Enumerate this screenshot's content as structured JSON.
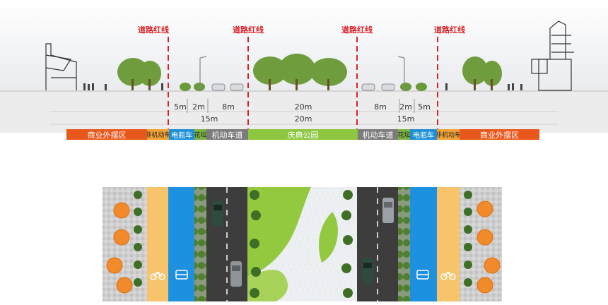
{
  "red_line_label": "道路红线",
  "dimensions": {
    "left_parts": [
      "5m",
      "2m",
      "8m"
    ],
    "left_total": "15m",
    "center": "20m",
    "center_total": "20m",
    "right_parts": [
      "8m",
      "2m",
      "5m"
    ],
    "right_total": "15m"
  },
  "zones": [
    {
      "label": "商业外摆区",
      "color": "#e8581c"
    },
    {
      "label": "非机动车",
      "color": "#f2a233"
    },
    {
      "label": "电瓶车",
      "color": "#1e8fd6"
    },
    {
      "label": "花坛",
      "color": "#7cb342"
    },
    {
      "label": "机动车道",
      "color": "#7b7b7b"
    },
    {
      "label": "庆典公园",
      "color": "#8dc63f"
    },
    {
      "label": "机动车道",
      "color": "#7b7b7b"
    },
    {
      "label": "花坛",
      "color": "#7cb342"
    },
    {
      "label": "电瓶车",
      "color": "#1e8fd6"
    },
    {
      "label": "非机动车",
      "color": "#f2a233"
    },
    {
      "label": "商业外摆区",
      "color": "#e8581c"
    }
  ],
  "colors": {
    "red_line": "#d8232a",
    "paving": "#c9c9c9",
    "bike_lane": "#f7c46c",
    "ev_lane": "#1e90e0",
    "hedge": "#5f8f3a",
    "road": "#3d3d3d",
    "park_grass": "#93c93f",
    "umbrella": "#f08a2a"
  },
  "icons": [
    "bicycle-icon",
    "bus-icon",
    "car-icon",
    "tree-icon",
    "umbrella-icon",
    "street-lamp-icon"
  ]
}
